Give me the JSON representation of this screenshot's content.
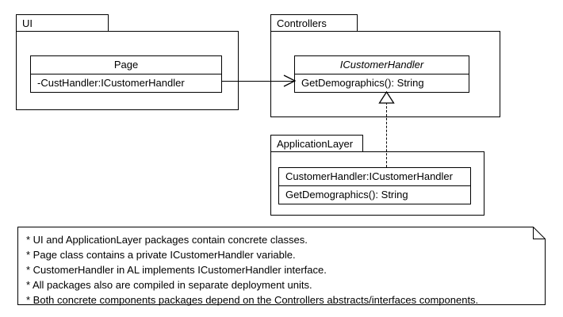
{
  "diagram": {
    "type": "uml-package-class-diagram",
    "packages": [
      {
        "name": "UI",
        "classes": [
          {
            "name": "Page",
            "stereotype": "class",
            "italic": false,
            "name_align": "center",
            "members": [
              "-CustHandler:ICustomerHandler"
            ]
          }
        ]
      },
      {
        "name": "Controllers",
        "classes": [
          {
            "name": "ICustomerHandler",
            "stereotype": "interface",
            "italic": true,
            "name_align": "center",
            "members": [
              "GetDemographics(): String"
            ]
          }
        ]
      },
      {
        "name": "ApplicationLayer",
        "classes": [
          {
            "name": "CustomerHandler:ICustomerHandler",
            "stereotype": "class",
            "italic": false,
            "name_align": "left",
            "members": [
              "GetDemographics(): String"
            ]
          }
        ]
      }
    ],
    "connectors": [
      {
        "id": "page-uses-icustomerhandler",
        "kind": "association-open-arrow",
        "from": "Page",
        "to": "ICustomerHandler",
        "style": "solid"
      },
      {
        "id": "customerhandler-realizes-icustomerhandler",
        "kind": "realization-hollow-triangle",
        "from": "CustomerHandler:ICustomerHandler",
        "to": "ICustomerHandler",
        "style": "dashed"
      }
    ]
  },
  "note": {
    "lines": [
      "* UI and ApplicationLayer packages contain concrete classes.",
      "* Page class contains a private ICustomerHandler variable.",
      "* CustomerHandler in AL implements ICustomerHandler interface.",
      "* All packages also are compiled in separate deployment units.",
      "* Both concrete components packages depend on the Controllers abstracts/interfaces components."
    ]
  },
  "colors": {
    "stroke": "#000000",
    "fill": "#ffffff"
  }
}
